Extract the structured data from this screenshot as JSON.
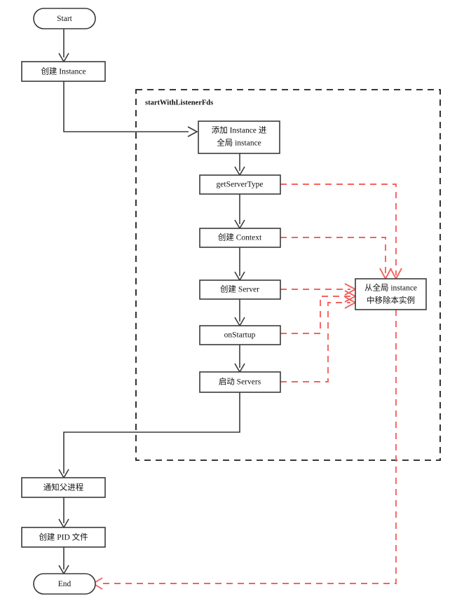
{
  "diagram": {
    "title": "startWithListenerFds flow",
    "colors": {
      "node_stroke": "#3a3a3a",
      "group_stroke": "#1c1c1c",
      "error_edge": "#f4625f",
      "background": "#ffffff"
    },
    "group": {
      "label": "startWithListenerFds"
    },
    "nodes": {
      "start": {
        "label": "Start",
        "shape": "terminator"
      },
      "create_instance": {
        "label": "创建 Instance",
        "shape": "process"
      },
      "add_instance_line1": {
        "label": "添加 Instance 进",
        "shape": "process"
      },
      "add_instance_line2": {
        "label": "全局 instance"
      },
      "get_server_type": {
        "label": "getServerType",
        "shape": "process"
      },
      "create_context": {
        "label": "创建 Context",
        "shape": "process"
      },
      "create_server": {
        "label": "创建 Server",
        "shape": "process"
      },
      "on_startup": {
        "label": "onStartup",
        "shape": "process"
      },
      "start_servers": {
        "label": "启动 Servers",
        "shape": "process"
      },
      "remove_instance_line1": {
        "label": "从全局 instance",
        "shape": "process"
      },
      "remove_instance_line2": {
        "label": "中移除本实例"
      },
      "notify_parent": {
        "label": "通知父进程",
        "shape": "process"
      },
      "create_pid_file": {
        "label": "创建 PID 文件",
        "shape": "process"
      },
      "end": {
        "label": "End",
        "shape": "terminator"
      }
    },
    "edges": [
      {
        "from": "start",
        "to": "create_instance",
        "style": "solid"
      },
      {
        "from": "create_instance",
        "to": "add_instance_line1",
        "style": "solid"
      },
      {
        "from": "add_instance_line1",
        "to": "get_server_type",
        "style": "solid"
      },
      {
        "from": "get_server_type",
        "to": "create_context",
        "style": "solid"
      },
      {
        "from": "create_context",
        "to": "create_server",
        "style": "solid"
      },
      {
        "from": "create_server",
        "to": "on_startup",
        "style": "solid"
      },
      {
        "from": "on_startup",
        "to": "start_servers",
        "style": "solid"
      },
      {
        "from": "start_servers",
        "to": "notify_parent",
        "style": "solid"
      },
      {
        "from": "notify_parent",
        "to": "create_pid_file",
        "style": "solid"
      },
      {
        "from": "create_pid_file",
        "to": "end",
        "style": "solid"
      },
      {
        "from": "get_server_type",
        "to": "remove_instance_line1",
        "style": "dashed-red"
      },
      {
        "from": "create_context",
        "to": "remove_instance_line1",
        "style": "dashed-red"
      },
      {
        "from": "create_server",
        "to": "remove_instance_line1",
        "style": "dashed-red"
      },
      {
        "from": "on_startup",
        "to": "remove_instance_line1",
        "style": "dashed-red"
      },
      {
        "from": "start_servers",
        "to": "remove_instance_line1",
        "style": "dashed-red"
      },
      {
        "from": "remove_instance_line1",
        "to": "end",
        "style": "dashed-red"
      }
    ]
  }
}
